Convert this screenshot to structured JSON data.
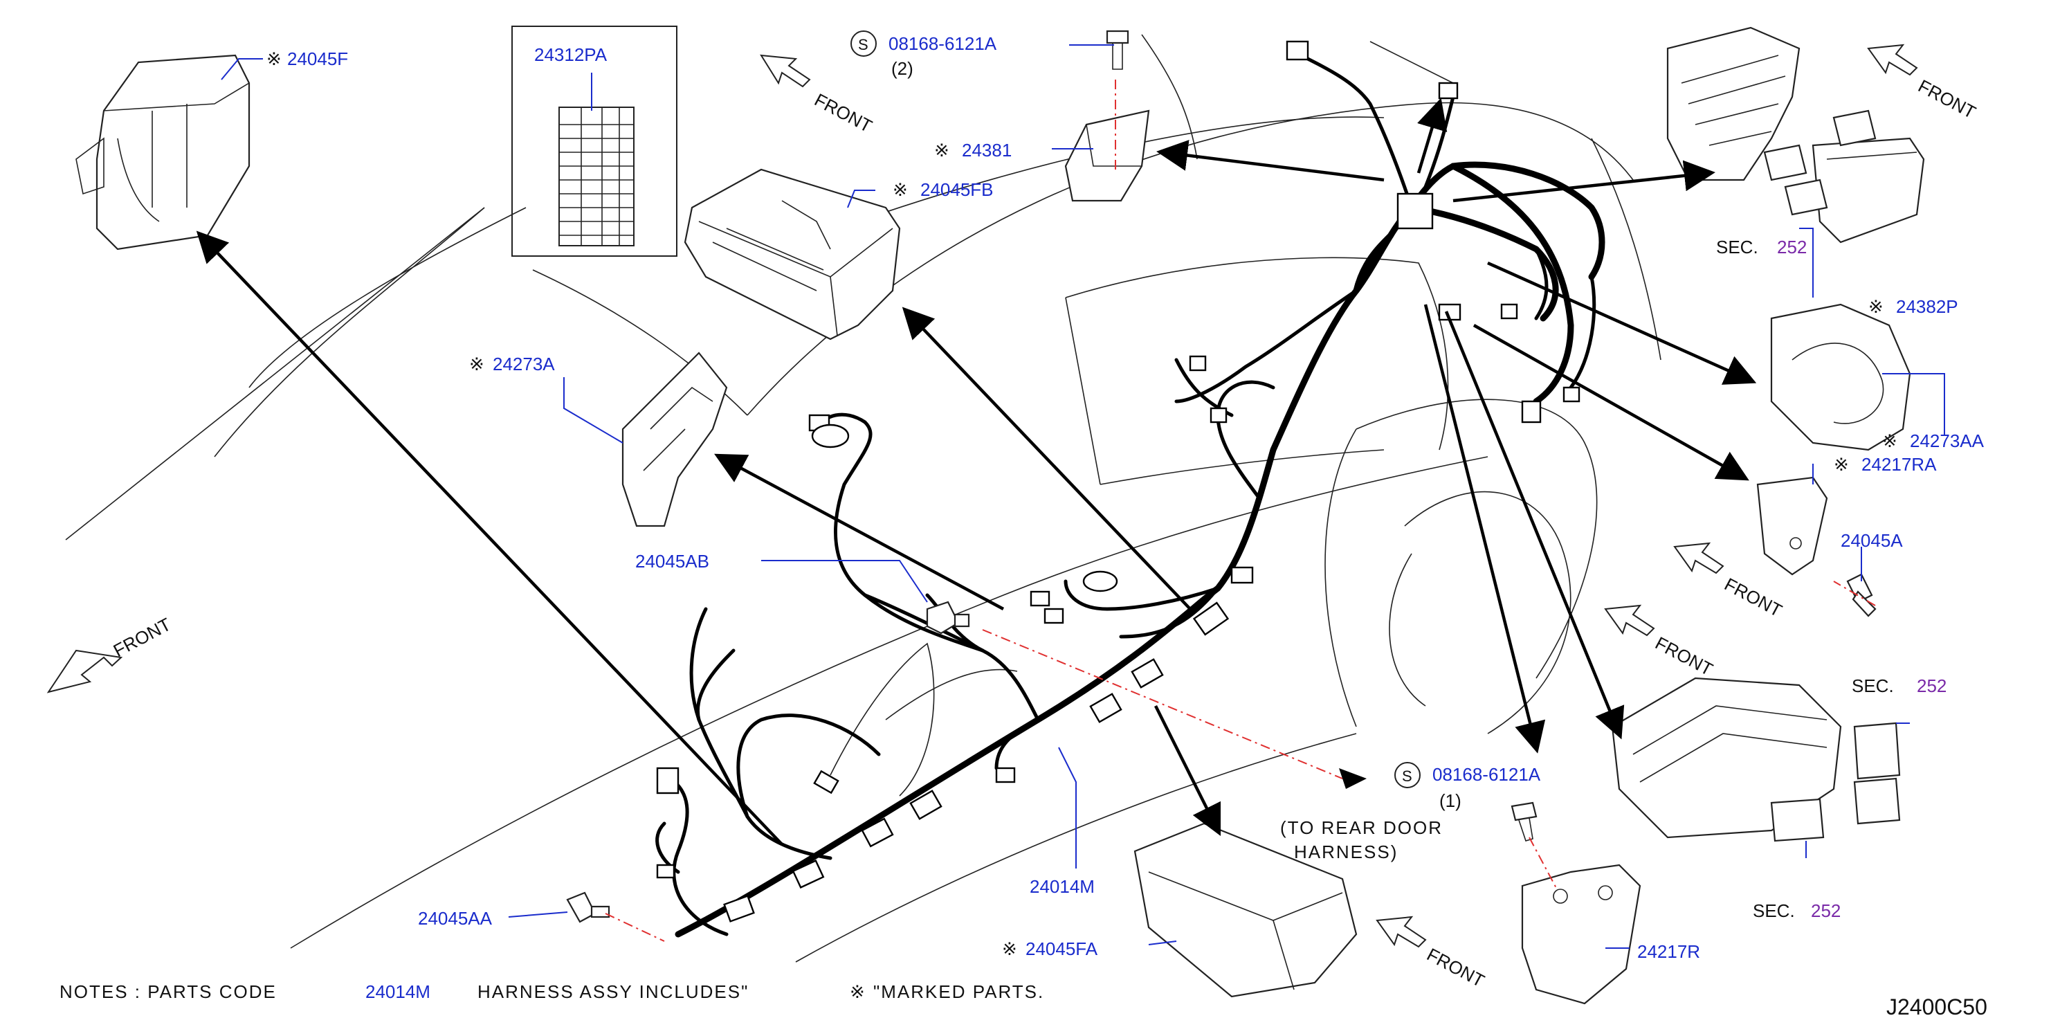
{
  "diagram_code": "J2400C50",
  "notes": {
    "prefix": "NOTES  :  PARTS  CODE",
    "code": "24014M",
    "middle": "HARNESS  ASSY  INCLUDES\"",
    "suffix": "\"MARKED  PARTS."
  },
  "marker_symbol": "※",
  "bolt_symbol": "S",
  "front_label": "FRONT",
  "parts": {
    "p24045F": "24045F",
    "p24312PA": "24312PA",
    "p08168_top": "08168-6121A",
    "p08168_top_qty": "(2)",
    "p24381": "24381",
    "p24045FB": "24045FB",
    "p24273A": "24273A",
    "p24045AB": "24045AB",
    "p24382P": "24382P",
    "p24273AA": "24273AA",
    "p24217RA": "24217RA",
    "p24045A": "24045A",
    "p08168_mid": "08168-6121A",
    "p08168_mid_qty": "(1)",
    "p24014M": "24014M",
    "p24045AA": "24045AA",
    "p24045FA": "24045FA",
    "p24217R": "24217R"
  },
  "sec_labels": {
    "prefix": "SEC.",
    "a": "252",
    "b": "252",
    "c": "252"
  },
  "rear_door_note": {
    "line1": "(TO  REAR  DOOR",
    "line2": "HARNESS)"
  },
  "colors": {
    "part_number": "#1a2ccc",
    "section_ref": "#7a2aa8",
    "dash_line": "#e03030"
  }
}
